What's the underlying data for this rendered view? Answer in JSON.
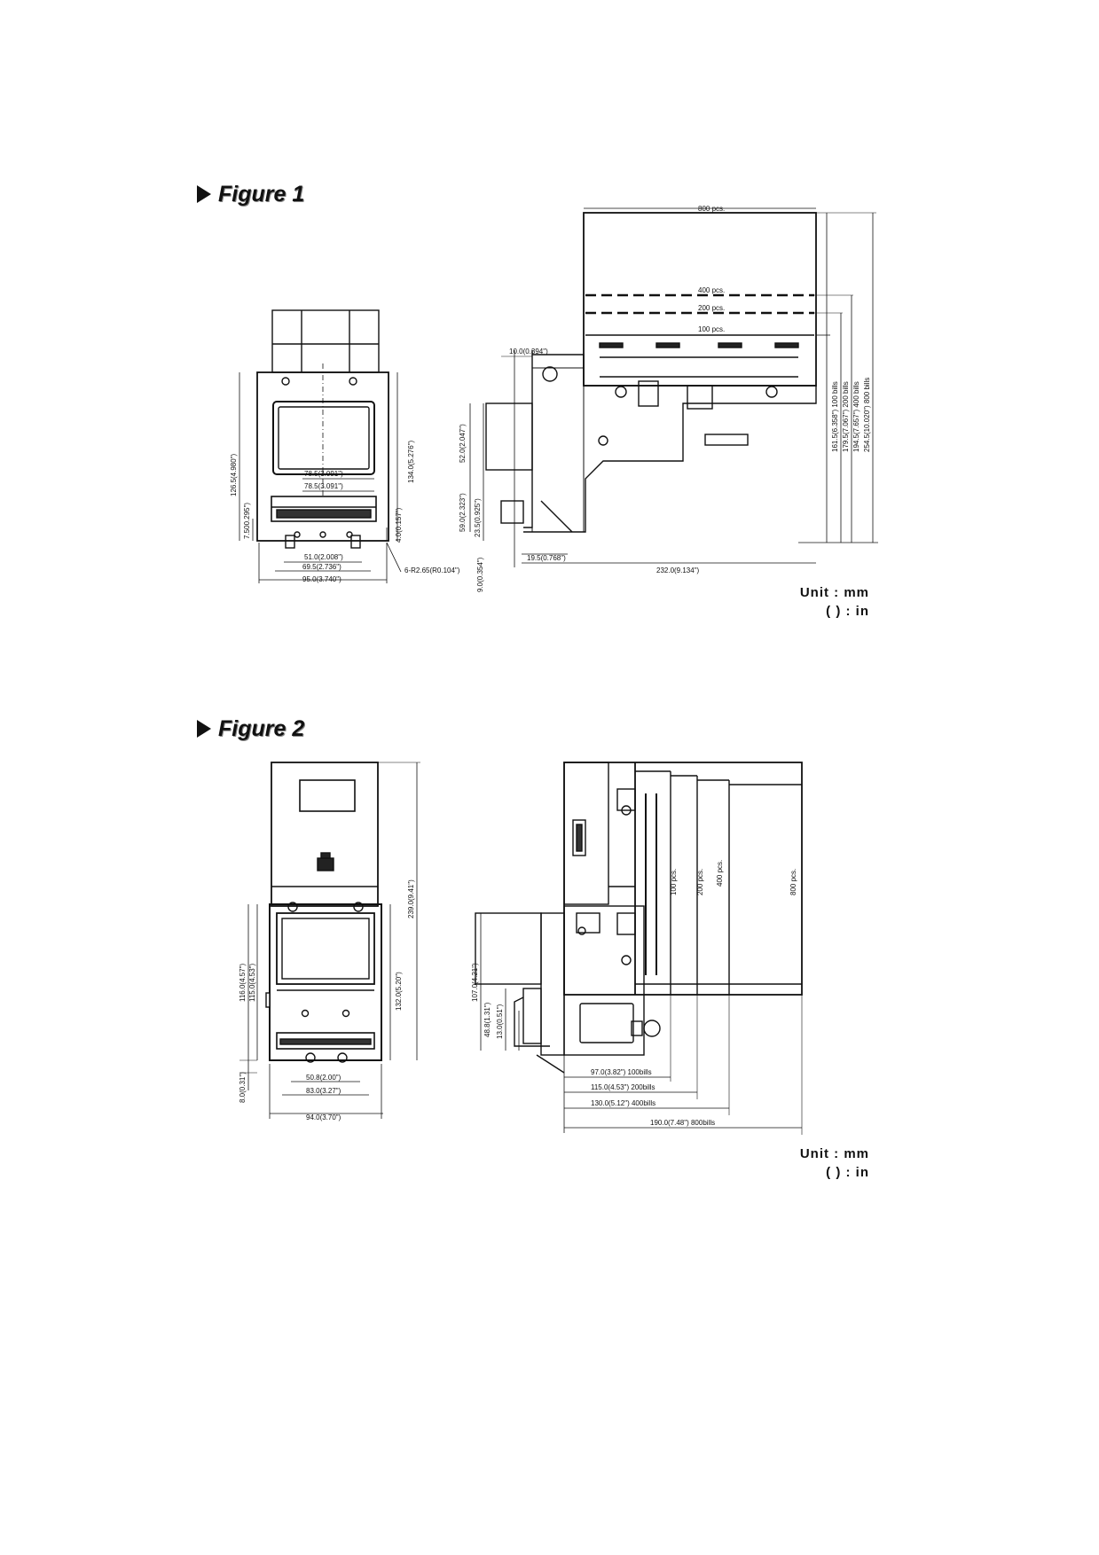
{
  "figure1": {
    "title": "Figure 1",
    "unit_line1": "Unit : mm",
    "unit_line2": "(  ) : in",
    "front": {
      "d_width_top": "78.5(3.091\")",
      "d_width_mid": "78.5(3.091\")",
      "d_height_total": "126.5(4.980\")",
      "d_height_lower": "7.500.295\")",
      "d_height_right": "134.0(5.276\")",
      "d_small_right": "4.0(0.157\")",
      "d_b1": "51.0(2.008\")",
      "d_b2": "69.5(2.736\")",
      "d_b3": "95.0(3.740\")",
      "d_hole": "6-R2.65(R0.104\")"
    },
    "side": {
      "p800": "800 pcs.",
      "p400": "400 pcs.",
      "p200": "200 pcs.",
      "p100": "100 pcs.",
      "d_top_left": "10.0(0.394\")",
      "d_h1": "52.0(2.047\")",
      "d_h2": "59.0(2.323\")",
      "d_h3": "23.5(0.925\")",
      "d_h4": "9.0(0.354\")",
      "d_w1": "19.5(0.768\")",
      "d_w2": "232.0(9.134\")",
      "d_r1": "161.5(6.358\") 100 bills",
      "d_r2": "179.5(7.067\") 200 bills",
      "d_r3": "194.5(7.657\") 400 bills",
      "d_r4": "254.5(10.020\") 800 bills"
    }
  },
  "figure2": {
    "title": "Figure 2",
    "unit_line1": "Unit : mm",
    "unit_line2": "(  ) : in",
    "front": {
      "d_h_total": "239.0(9.41\")",
      "d_h1": "116.0(4.57\")",
      "d_h2": "115.0(4.53\")",
      "d_h3": "132.0(5.20\")",
      "d_h4": "8.0(0.31\")",
      "d_w1": "50.8(2.00\")",
      "d_w2": "83.0(3.27\")",
      "d_w3": "94.0(3.70\")"
    },
    "side": {
      "p100": "100 pcs.",
      "p200": "200 pcs.",
      "p400": "400 pcs.",
      "p800": "800 pcs.",
      "d_h1": "107.0(4.21\")",
      "d_h2": "48.8(1.31\")",
      "d_h3": "13.0(0.51\")",
      "d_w1": "97.0(3.82\") 100bills",
      "d_w2": "115.0(4.53\") 200bills",
      "d_w3": "130.0(5.12\") 400bills",
      "d_w4": "190.0(7.48\") 800bills"
    }
  }
}
